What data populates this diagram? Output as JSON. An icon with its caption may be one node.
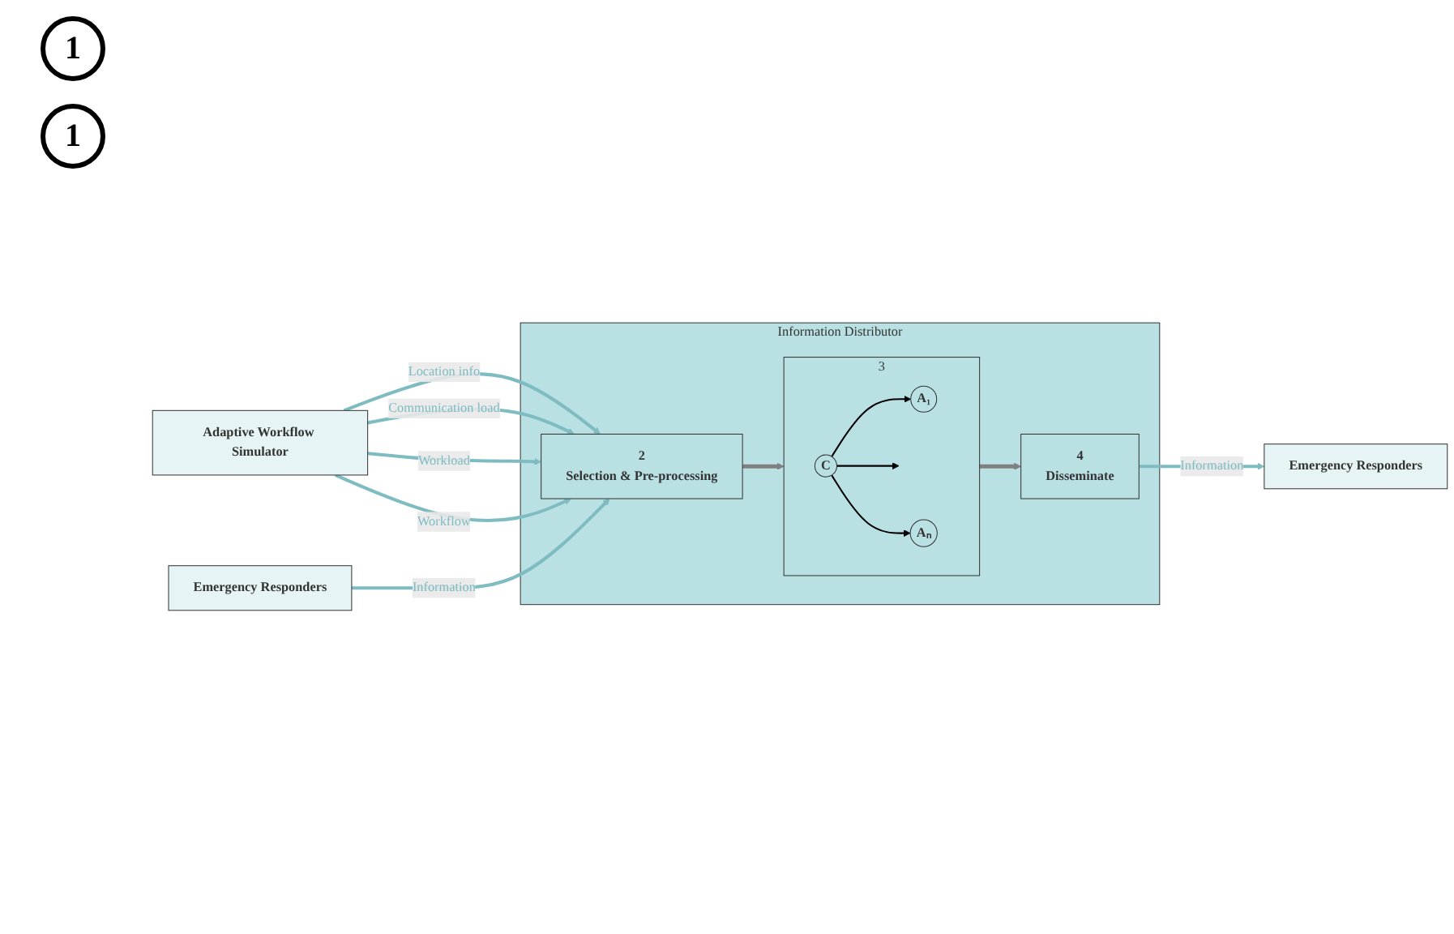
{
  "diagram": {
    "nodes": [
      {
        "text": [
          "Adaptive Workflow Simulator"
        ]
      },
      {
        "text": [
          "Emergency Responders"
        ]
      },
      {
        "text": [
          "Information Distributor"
        ]
      },
      {
        "text": [
          "2",
          "Selection & Pre-processing"
        ],
        "in": 2
      },
      {
        "text": [
          "3"
        ],
        "in": 2
      },
      {
        "text": [
          "C"
        ],
        "in": 4
      },
      {
        "text": [
          "A₁"
        ],
        "in": 4
      },
      {
        "text": [
          "Aₙ"
        ],
        "in": 4
      },
      {
        "text": [
          "4",
          "Disseminate"
        ],
        "in": 2
      },
      {
        "text": [
          "Emergency Responders"
        ]
      }
    ],
    "edges": [
      {
        "from": 0,
        "to": 3,
        "label": "Location info",
        "arrow": "to"
      },
      {
        "from": 0,
        "to": 3,
        "label": "Communication load",
        "arrow": "to"
      },
      {
        "from": 0,
        "to": 3,
        "label": "Workload",
        "arrow": "to"
      },
      {
        "from": 0,
        "to": 3,
        "label": "Workflow",
        "arrow": "to"
      },
      {
        "from": 1,
        "to": 3,
        "label": "Information",
        "arrow": "to"
      },
      {
        "from": 3,
        "to": 4,
        "arrow": "to",
        "color": "#808080"
      },
      {
        "from": 5,
        "to": 6,
        "arrow": "to",
        "color": "#000000"
      },
      {
        "from": 5,
        "to": null,
        "arrow": "to",
        "color": "#000000"
      },
      {
        "from": 5,
        "to": 7,
        "arrow": "to",
        "color": "#000000"
      },
      {
        "from": 4,
        "to": 8,
        "arrow": "to",
        "color": "#808080"
      },
      {
        "from": 8,
        "to": 9,
        "label": "Information",
        "arrow": "to"
      }
    ],
    "labels": [
      "1",
      "1"
    ]
  }
}
